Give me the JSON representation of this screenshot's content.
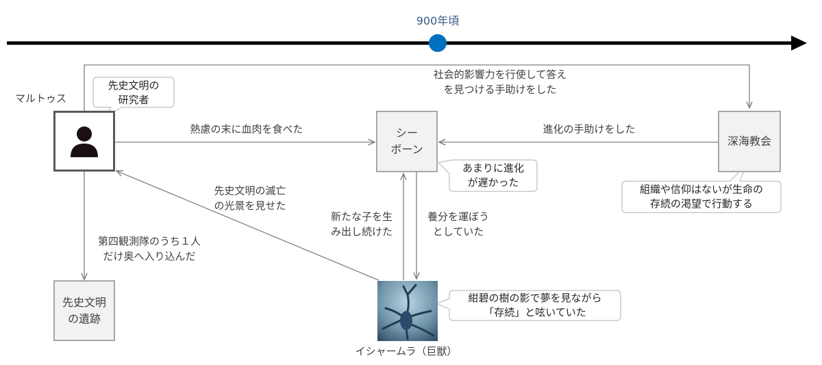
{
  "timeline": {
    "era_label": "900年頃"
  },
  "nodes": {
    "maltus_name": "マルトゥス",
    "seabone": [
      "シー",
      "ボーン"
    ],
    "church": "深海教会",
    "ruins": [
      "先史文明",
      "の遺跡"
    ],
    "ishamura": "イシャームラ（巨獣）"
  },
  "edges": {
    "maltus_church": [
      "社会的影響力を行使して答え",
      "を見つける手助けをした"
    ],
    "maltus_seabone": "熱慮の末に血肉を食べた",
    "church_seabone": "進化の手助けをした",
    "ishamura_maltus": [
      "先史文明の滅亡",
      "の光景を見せた"
    ],
    "maltus_ruins": [
      "第四観測隊のうち１人",
      "だけ奥へ入り込んだ"
    ],
    "ishamura_seabone": [
      "新たな子を生",
      "み出し続けた"
    ],
    "seabone_ishamura": [
      "養分を運ぼう",
      "としていた"
    ]
  },
  "callouts": {
    "maltus": [
      "先史文明の",
      "研究者"
    ],
    "seabone": [
      "あまりに進化",
      "が遅かった"
    ],
    "church": [
      "組織や信仰はないが生命の",
      "存続の渇望で行動する"
    ],
    "ishamura": [
      "紺碧の樹の影で夢を見ながら",
      "「存続」と呟いていた"
    ]
  },
  "colors": {
    "accent": "#0070c0",
    "arrow": "#808080",
    "box_fill": "#f2f2f2",
    "box_border": "#a6a6a6",
    "timeline": "#000000"
  },
  "icons": {
    "maltus": "person-icon",
    "ishamura": "creature-image"
  }
}
